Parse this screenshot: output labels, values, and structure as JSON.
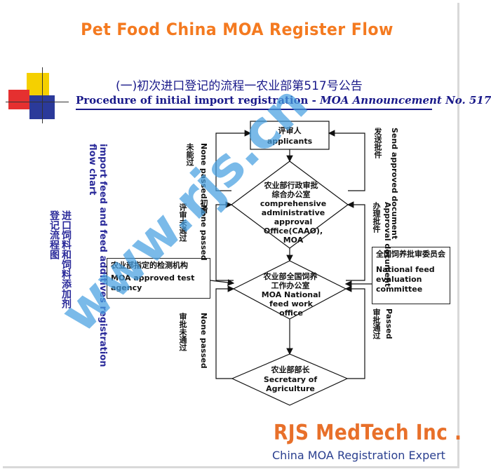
{
  "page": {
    "title": "Pet Food China MOA Register Flow",
    "heading_cn": "(一)初次进口登记的流程一农业部第517号公告",
    "heading_en_plain": "Procedure of initial import registration - ",
    "heading_en_italic": "MOA Announcement No. 517",
    "side_en": "import feed and feed additives registration flow chart",
    "side_cn": "进口饲料和饲料添加剂登记流程图",
    "watermark": "www.rjs.cn",
    "logo": "RJS MedTech Inc .",
    "tagline": "China MOA Registration Expert"
  },
  "nodes": {
    "applicants_cn": "评审人",
    "applicants_en": "applicants",
    "caao_cn": "农业部行政审批综合办公室",
    "caao_en": "comprehensive administrative approval Office(CAAO), MOA",
    "feedwork_cn": "农业部全国饲养工作办公室",
    "feedwork_en": "MOA National feed work office",
    "secretary_cn": "农业部部长",
    "secretary_en": "Secretary of Agriculture",
    "agency_cn": "农业部指定的检测机构",
    "agency_en": "MOA approved test agency",
    "committee_cn": "全国饲养批审委员会",
    "committee_en": "National feed evaluation committee"
  },
  "edge_labels": {
    "none_passed_1_en": "None passed初审",
    "none_passed_1_cn": "未能过",
    "send_doc_en": "Send approved document",
    "send_doc_cn": "发送批件",
    "none_passed_2_en": "None passed",
    "none_passed_2_cn": "评审未通过",
    "approval_doc_en": "Approval document",
    "approval_doc_cn": "办理批件",
    "none_passed_3_en": "None passed",
    "none_passed_3_cn": "审批未通过",
    "passed_en": "Passed",
    "passed_cn": "审批通过"
  },
  "colors": {
    "title": "#f47a20",
    "heading": "#1a1a8a",
    "watermark": "#46a0e1",
    "logo": "#e8702a",
    "tagline": "#2a3f8f"
  }
}
